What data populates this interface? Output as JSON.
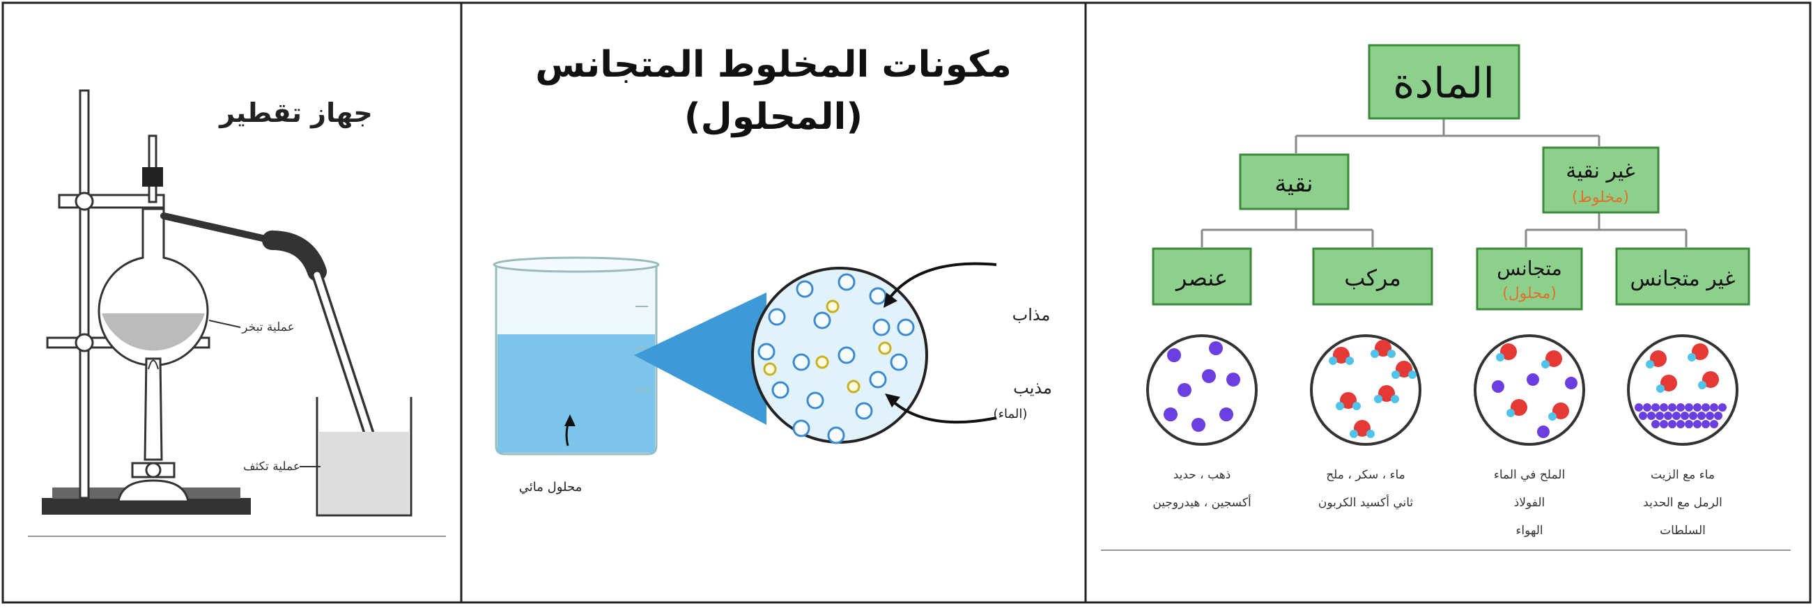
{
  "panels": {
    "distillation": {
      "title": "جهاز تقطير",
      "evaporation_label": "عملية تبخر",
      "condensation_label": "عملية تكثف"
    },
    "solution": {
      "title_line1": "مكونات المخلوط المتجانس",
      "title_line2": "(المحلول)",
      "solute_label": "مذاب",
      "solvent_label": "مذيب",
      "solvent_note": "(الماء)",
      "aqueous_label": "محلول مائي"
    },
    "matter_tree": {
      "root": "المادة",
      "impure": "غير نقية",
      "impure_note": "(مخلوط)",
      "pure": "نقية",
      "heterogeneous": "غير متجانس",
      "homogeneous": "متجانس",
      "homogeneous_note": "(محلول)",
      "compound": "مركب",
      "element": "عنصر",
      "examples": {
        "heterogeneous": [
          "ماء مع الزيت",
          "الرمل مع الحديد",
          "السلطات"
        ],
        "homogeneous": [
          "الملح في الماء",
          "الفولاذ",
          "الهواء"
        ],
        "compound": [
          "ماء ، سكر ، ملح",
          "ثاني أكسيد الكربون"
        ],
        "element": [
          "ذهب ، حديد",
          "أكسجين ، هيدروجين"
        ]
      }
    }
  },
  "colors": {
    "box_fill": "#8cd08c",
    "box_stroke": "#3a8a3a",
    "note_orange": "#e0712a",
    "particle_red": "#e53935",
    "particle_purple": "#6a3ee0",
    "particle_cyan": "#4fc3e8",
    "water_blue": "#5bb0e0"
  }
}
